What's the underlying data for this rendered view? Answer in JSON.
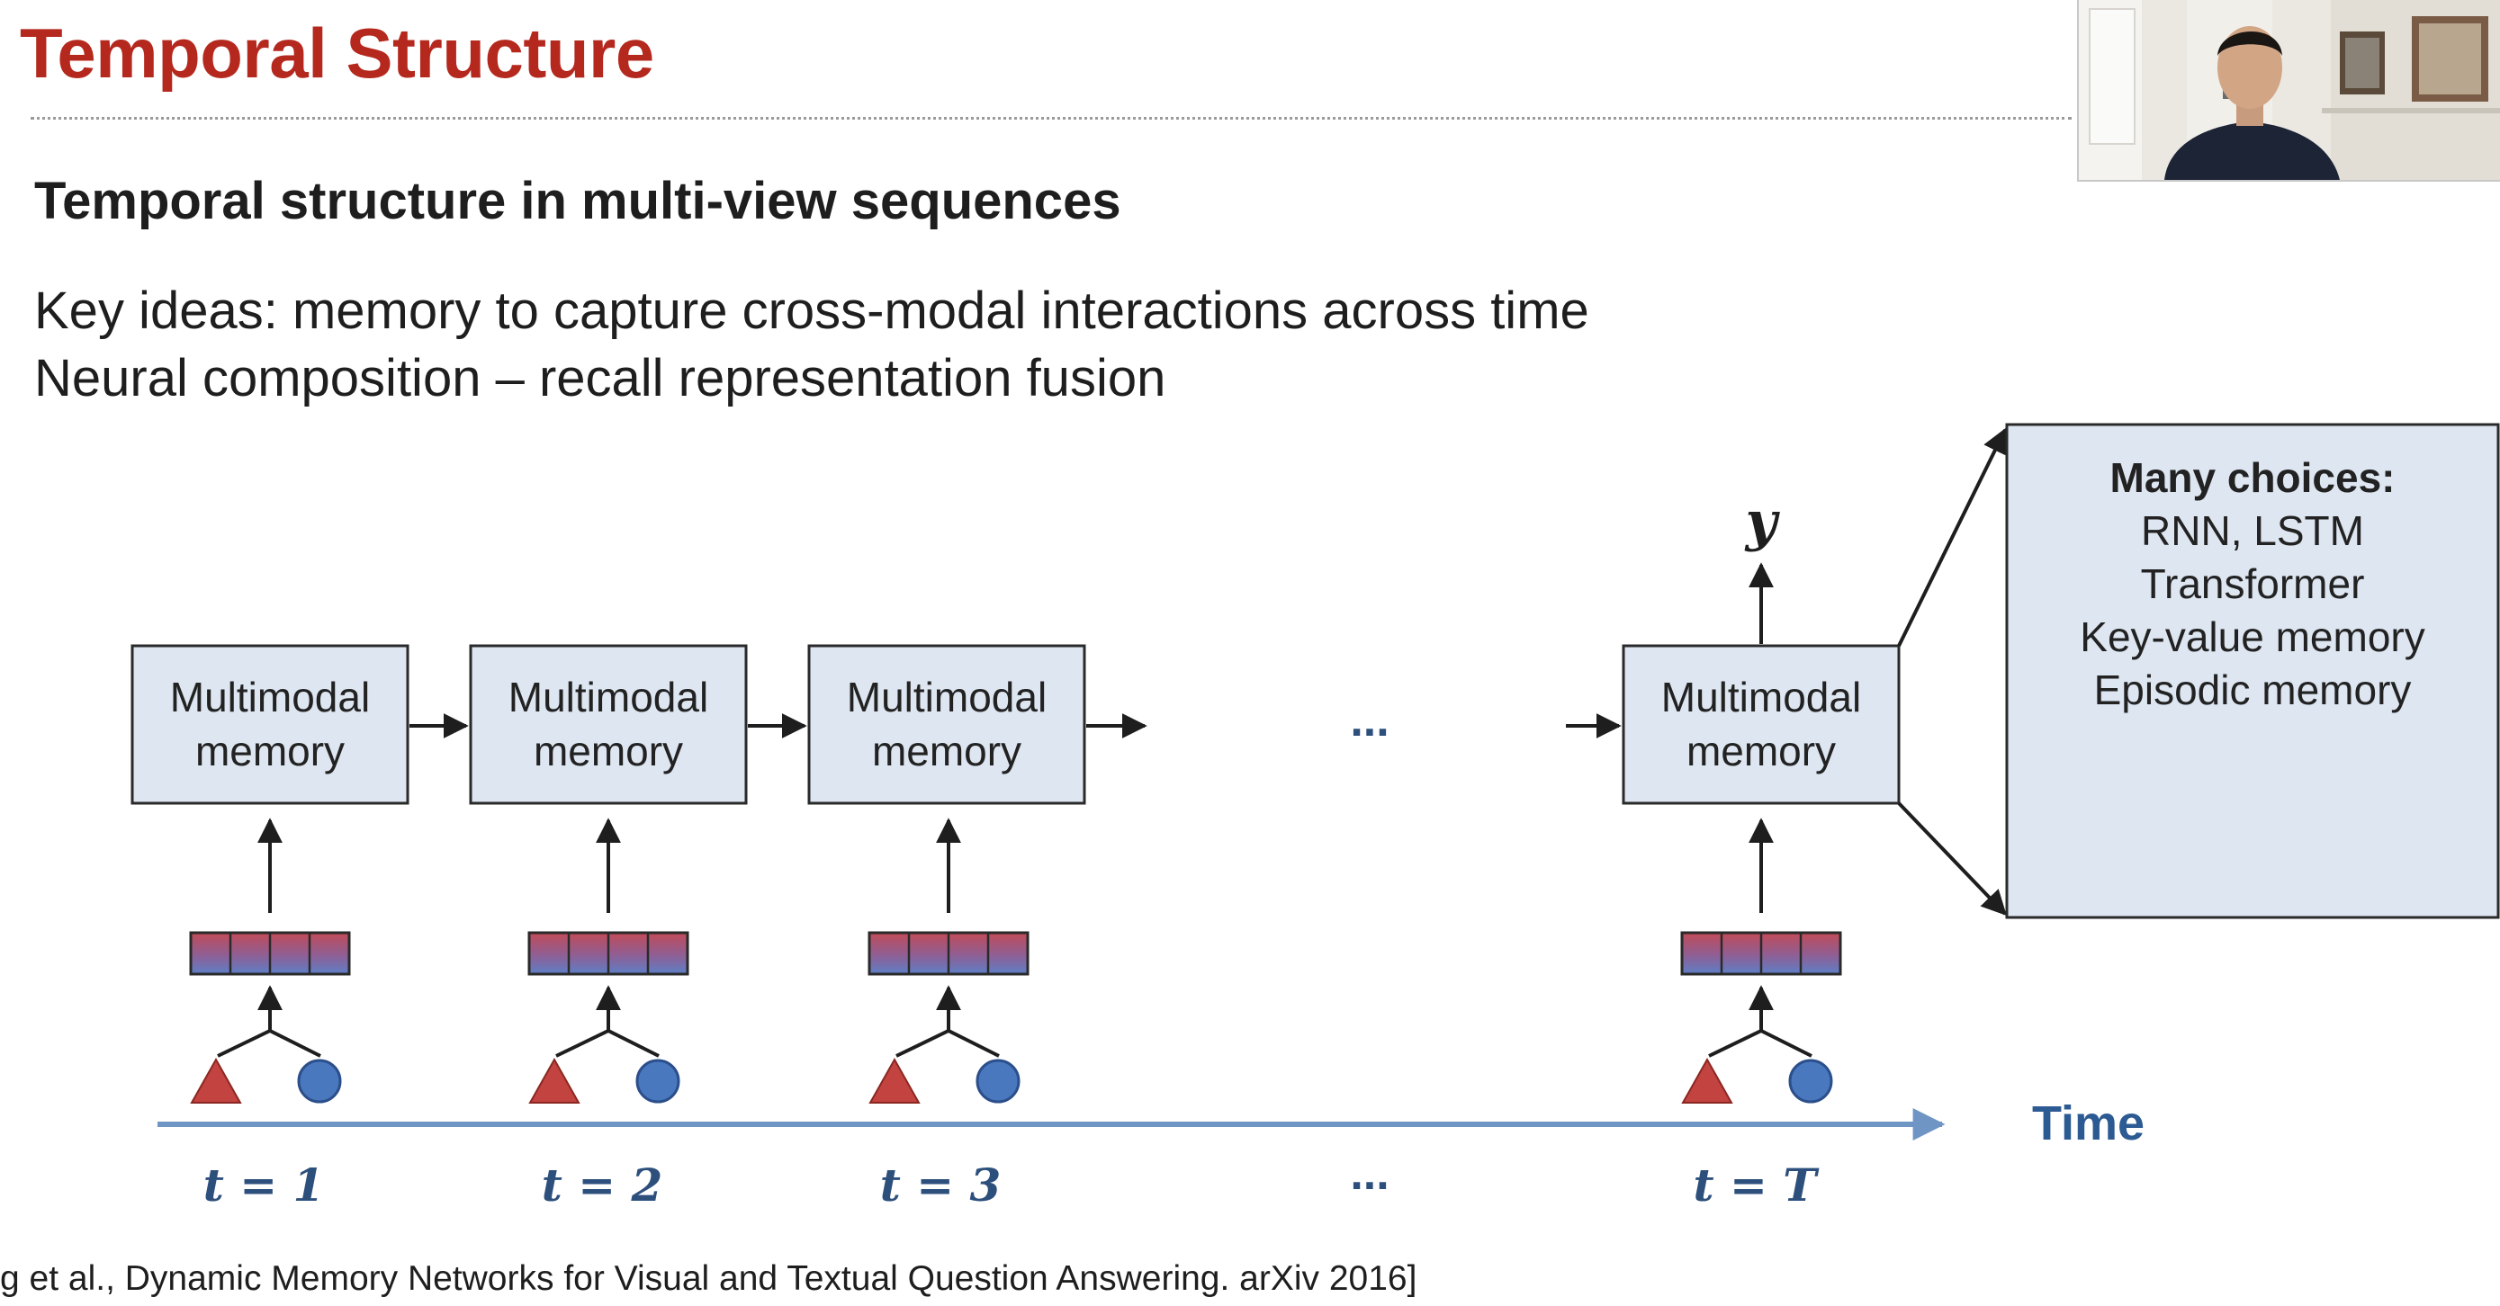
{
  "slide": {
    "title": "Temporal Structure",
    "subtitle": "Temporal structure in multi-view sequences",
    "bullets": [
      "Key ideas: memory to capture cross-modal interactions across time",
      "Neural composition – recall representation fusion"
    ],
    "citation": "g et al., Dynamic Memory Networks for Visual and Textual Question Answering. arXiv 2016]"
  },
  "diagram": {
    "memory_label_line1": "Multimodal",
    "memory_label_line2": "memory",
    "timesteps": [
      {
        "label": "t = 1"
      },
      {
        "label": "t = 2"
      },
      {
        "label": "t = 3"
      },
      {
        "label": "t = T"
      }
    ],
    "ellipsis": "...",
    "output_label": "y",
    "time_axis_label": "Time",
    "choices": {
      "title": "Many choices:",
      "items": [
        "RNN, LSTM",
        "Transformer",
        "Key-value memory",
        "Episodic memory"
      ]
    },
    "colors": {
      "title": "#b5281e",
      "box_fill": "#dde6f1",
      "time_axis": "#6f95c4",
      "triangle": "#c2433f",
      "circle": "#4a78bf"
    }
  },
  "webcam": {
    "icon": "presenter-video-icon"
  }
}
